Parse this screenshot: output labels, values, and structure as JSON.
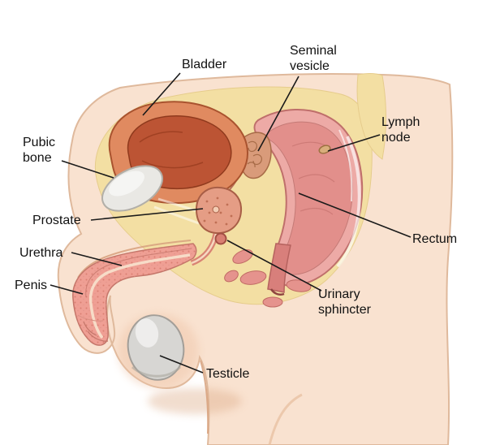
{
  "labels": {
    "bladder": "Bladder",
    "seminal_vesicle": "Seminal vesicle",
    "lymph_node": "Lymph node",
    "pubic_bone": "Pubic bone",
    "prostate": "Prostate",
    "rectum": "Rectum",
    "urethra": "Urethra",
    "penis": "Penis",
    "urinary_sphincter": "Urinary sphincter",
    "testicle": "Testicle"
  },
  "colors": {
    "background": "#ffffff",
    "skin": "#f9e2d0",
    "skin_outline": "#dfb99c",
    "fat": "#f3dfa3",
    "bladder_wall": "#e08a60",
    "bladder_lumen": "#bc5434",
    "rectum_wall": "#edaaa6",
    "rectum_inner": "#e28f8b",
    "prostate": "#e59d85",
    "bone": "#e9e8e4",
    "testicle": "#d7d6d3",
    "penis_tissue": "#ef9f94",
    "leader_line": "#1a1a1a",
    "label_text": "#111111"
  }
}
